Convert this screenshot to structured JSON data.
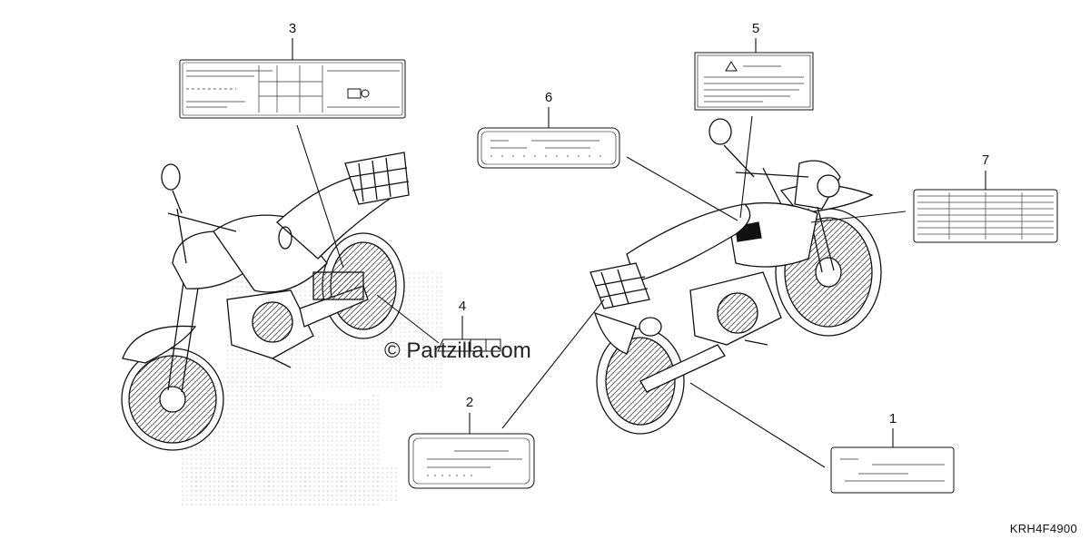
{
  "diagram": {
    "code": "KRH4F4900",
    "watermark": "© Partzilla.com",
    "callouts": [
      "1",
      "2",
      "3",
      "4",
      "5",
      "6",
      "7"
    ]
  }
}
